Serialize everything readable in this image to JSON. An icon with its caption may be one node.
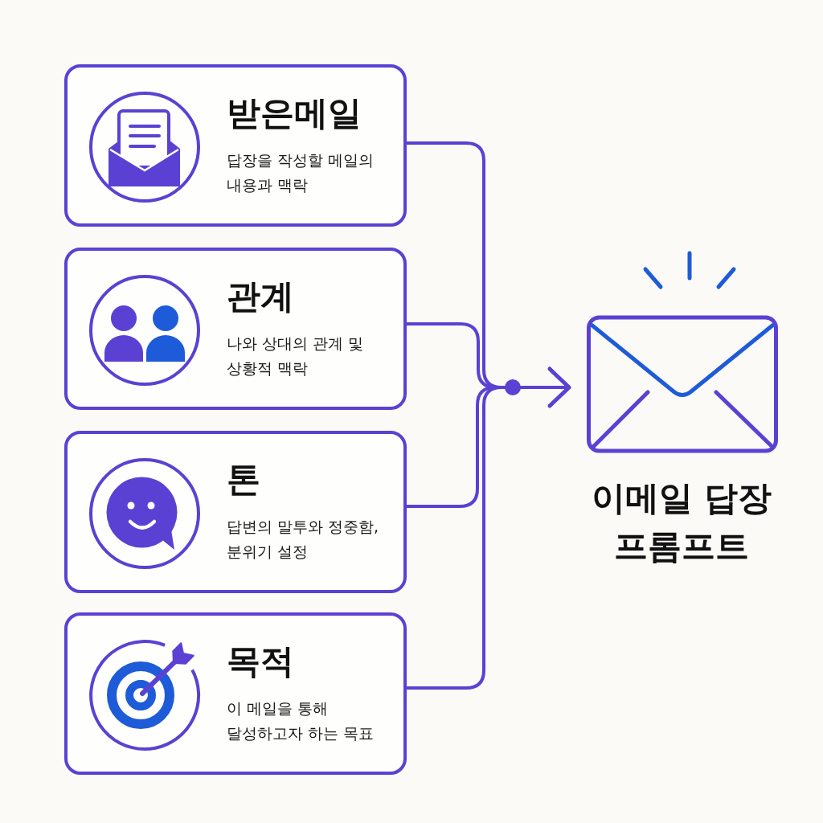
{
  "diagram": {
    "nodes": [
      {
        "text": [
          "받은메일",
          "답장을 작성할 메일의 내용과 맥락"
        ]
      },
      {
        "text": [
          "관계",
          "나와 상대의 관계 및 상황적 맥락"
        ]
      },
      {
        "text": [
          "톤",
          "답변의 말투와 정중함, 분위기 설정"
        ]
      },
      {
        "text": [
          "목적",
          "이 메일을 통해 달성하고자 하는 목표"
        ]
      },
      {
        "text": [
          "이메일 답장 프롬프트"
        ]
      }
    ],
    "edges": [
      {
        "from": 0,
        "to": 4,
        "arrow": "to"
      },
      {
        "from": 1,
        "to": 4,
        "arrow": "to"
      },
      {
        "from": 2,
        "to": 4,
        "arrow": "to"
      },
      {
        "from": 3,
        "to": 4,
        "arrow": "to"
      }
    ]
  }
}
